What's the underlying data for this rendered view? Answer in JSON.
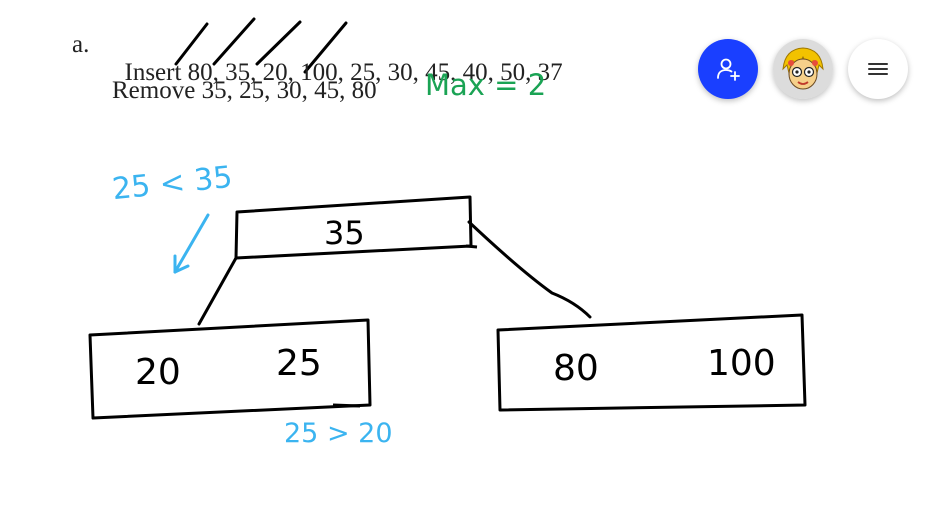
{
  "problem": {
    "label": "a.",
    "insert_word": "Insert",
    "insert_values": [
      "80",
      "35",
      "20",
      "100",
      "25",
      "30",
      "45",
      "40",
      "50",
      "37"
    ],
    "struck_count": 4,
    "remove_line": "Remove 35, 25, 30, 45, 80"
  },
  "annotations": {
    "max_note": "Max = 2",
    "compare_top": "25 < 35",
    "compare_bottom": "25 > 20"
  },
  "tree": {
    "root_key": "35",
    "left_keys": [
      "20",
      "25"
    ],
    "right_keys": [
      "80",
      "100"
    ]
  },
  "colors": {
    "ink": "#000000",
    "green": "#1aa354",
    "blue": "#3bb4f0",
    "fab_blue": "#1a3fff"
  },
  "toolbar": {
    "add_user_icon": "add-user-icon",
    "avatar_icon": "avatar",
    "menu_icon": "hamburger-menu-icon"
  }
}
